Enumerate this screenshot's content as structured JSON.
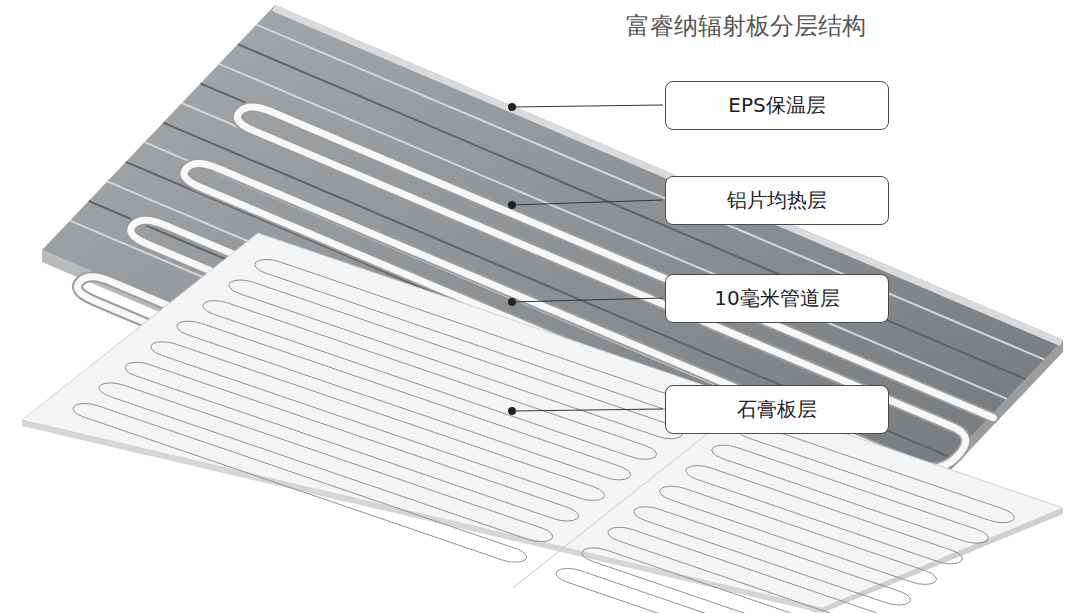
{
  "diagram": {
    "title": "富睿纳辐射板分层结构",
    "nodes": [
      {
        "text": [
          "EPS保温层"
        ]
      },
      {
        "text": [
          "铝片均热层"
        ]
      },
      {
        "text": [
          "10毫米管道层"
        ]
      },
      {
        "text": [
          "石膏板层"
        ]
      }
    ]
  }
}
